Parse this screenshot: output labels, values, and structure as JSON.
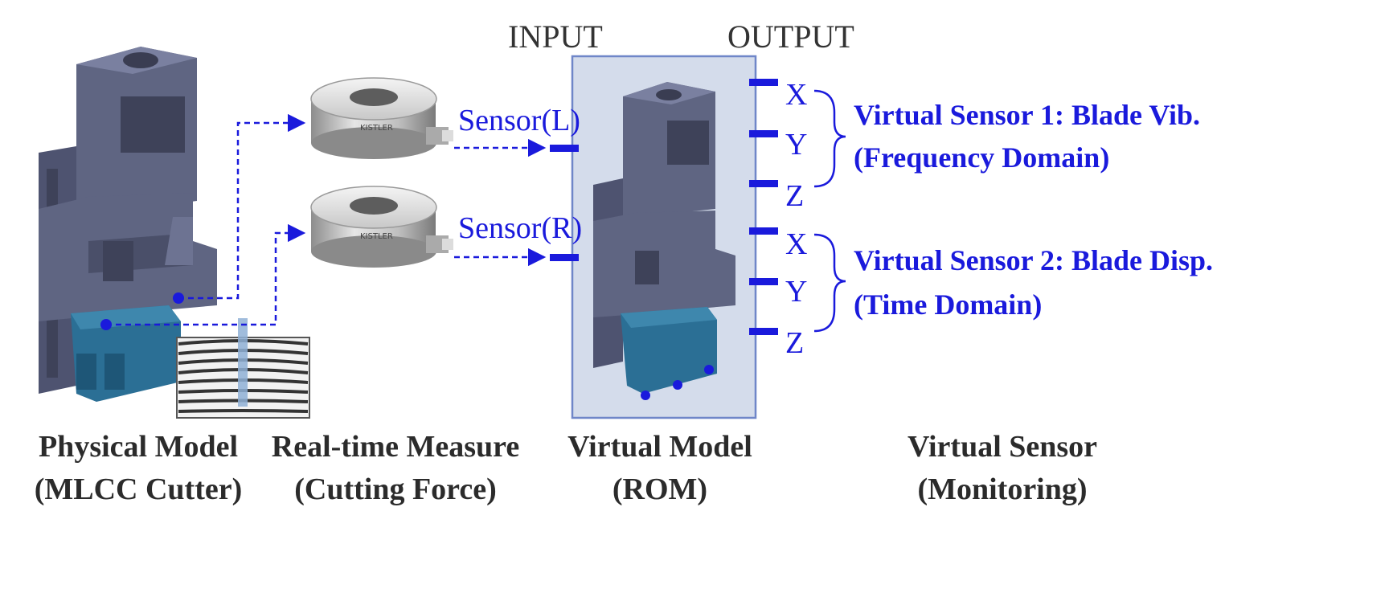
{
  "headers": {
    "input": "INPUT",
    "output": "OUTPUT"
  },
  "sensors": {
    "left": "Sensor(L)",
    "right": "Sensor(R)"
  },
  "axes": [
    "X",
    "Y",
    "Z",
    "X",
    "Y",
    "Z"
  ],
  "virtual_sensor_1": {
    "line1": "Virtual Sensor 1: Blade Vib.",
    "line2": "(Frequency Domain)"
  },
  "virtual_sensor_2": {
    "line1": "Virtual Sensor 2: Blade Disp.",
    "line2": "(Time Domain)"
  },
  "captions": [
    {
      "line1": "Physical Model",
      "line2": "(MLCC Cutter)"
    },
    {
      "line1": "Real-time Measure",
      "line2": "(Cutting Force)"
    },
    {
      "line1": "Virtual Model",
      "line2": "(ROM)"
    },
    {
      "line1": "Virtual Sensor",
      "line2": "(Monitoring)"
    }
  ],
  "load_cell_brand": "KISTLER",
  "colors": {
    "signal": "#1a1adc",
    "cutter_body": "#5f6582",
    "blade_holder": "#2b6f95",
    "model_box_fill": "#d4dceb",
    "model_box_stroke": "#6f86c8"
  }
}
